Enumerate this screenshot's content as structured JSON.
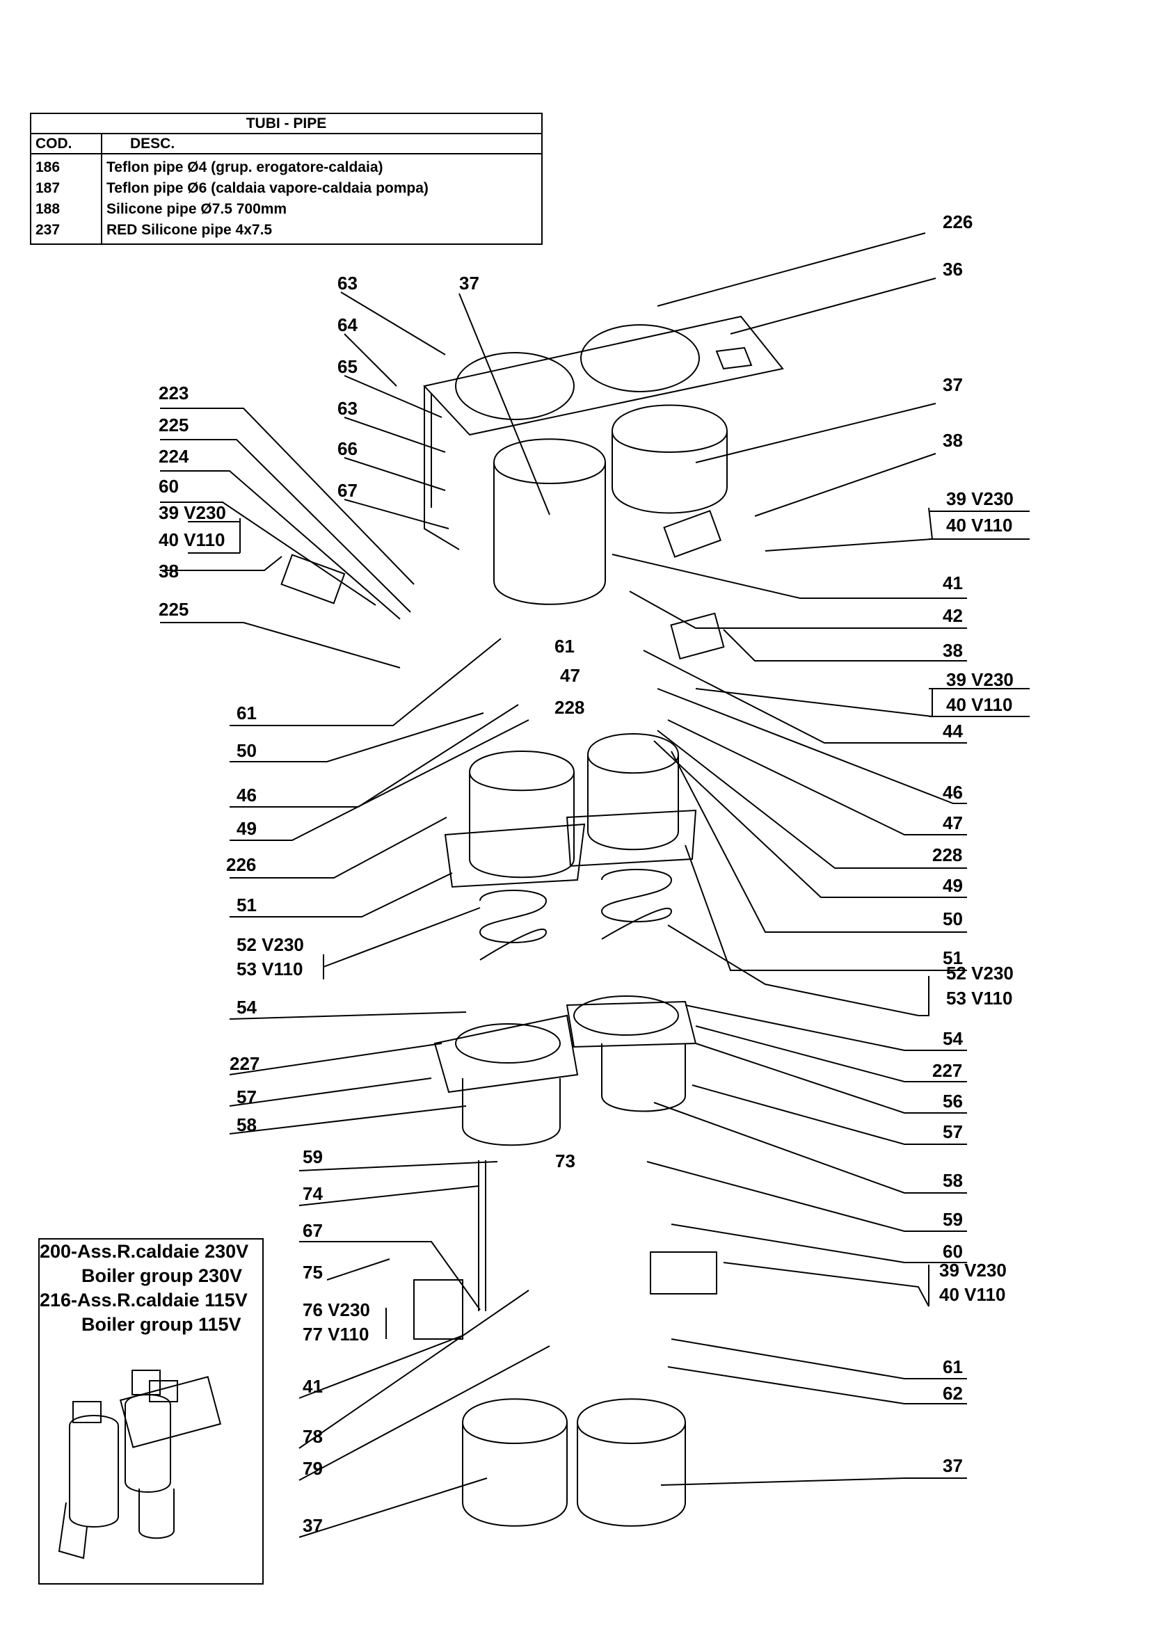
{
  "pipe_table": {
    "title": "TUBI  -  PIPE",
    "headers": [
      "COD.",
      "DESC."
    ],
    "rows": [
      {
        "code": "186",
        "desc": "Teflon pipe Ø4 (grup. erogatore-caldaia)"
      },
      {
        "code": "187",
        "desc": "Teflon pipe Ø6  (caldaia vapore-caldaia pompa)"
      },
      {
        "code": "188",
        "desc": "Silicone pipe Ø7.5     700mm"
      },
      {
        "code": "237",
        "desc": "RED Silicone pipe 4x7.5"
      }
    ]
  },
  "assembly_box": {
    "lines": [
      "200-Ass.R.caldaie 230V",
      "Boiler group 230V",
      "216-Ass.R.caldaie 115V",
      "Boiler group 115V"
    ]
  },
  "labels": {
    "l226a": "226",
    "l36": "36",
    "l63a": "63",
    "l37a": "37",
    "l64": "64",
    "l65": "65",
    "l63b": "63",
    "l66": "66",
    "l67a": "67",
    "l37b": "37",
    "l38a": "38",
    "l39a": "39  V230",
    "l40a": "40  V110",
    "l223": "223",
    "l225a": "225",
    "l224": "224",
    "l60a": "60",
    "l39b": "39  V230",
    "l40b": "40  V110",
    "l38b": "38",
    "l225b": "225",
    "l41a": "41",
    "l42": "42",
    "l61a": "61",
    "l38c": "38",
    "l39c": "39  V230",
    "l40c": "40  V110",
    "l44": "44",
    "l61b": "61",
    "l47a": "47",
    "l228a": "228",
    "l50a": "50",
    "l46a": "46",
    "l49a": "49",
    "l226b": "226",
    "l51a": "51",
    "l46b": "46",
    "l47b": "47",
    "l228b": "228",
    "l49b": "49",
    "l50b": "50",
    "l51b": "51",
    "l52a": "52  V230",
    "l53a": "53  V110",
    "l54a": "54",
    "l52b": "52  V230",
    "l53b": "53  V110",
    "l54b": "54",
    "l227a": "227",
    "l227b": "227",
    "l56": "56",
    "l57a": "57",
    "l57b": "57",
    "l58a": "58",
    "l58b": "58",
    "l59a": "59",
    "l73": "73",
    "l59b": "59",
    "l74": "74",
    "l60b": "60",
    "l67b": "67",
    "l75": "75",
    "l39d": "39  V230",
    "l40d": "40  V110",
    "l76": "76  V230",
    "l77": "77  V110",
    "l41b": "41",
    "l61c": "61",
    "l62": "62",
    "l78": "78",
    "l79": "79",
    "l37c": "37",
    "l37d": "37"
  }
}
